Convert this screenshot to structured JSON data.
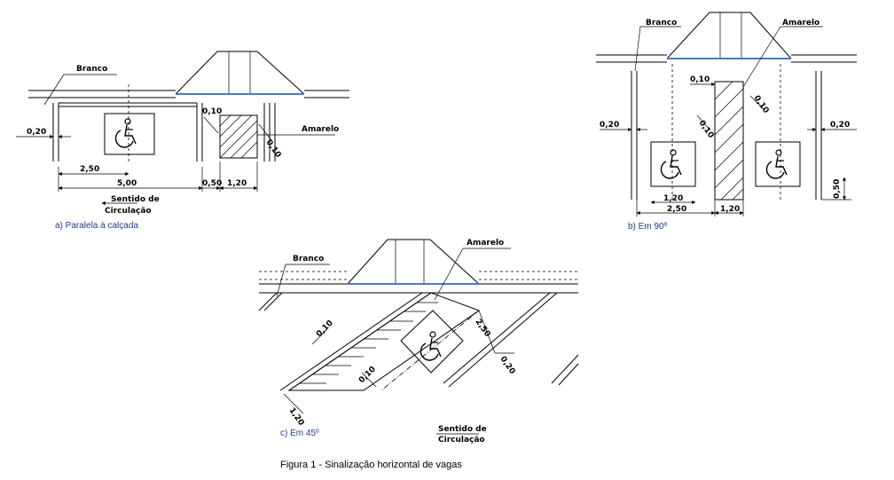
{
  "figure_title": "Figura 1 - Sinalização horizontal de vagas",
  "panel_a": {
    "caption": "a) Paralela à calçada",
    "label_white": "Branco",
    "label_yellow": "Amarelo",
    "dim_line": "0,20",
    "dim_space": "2,50",
    "dim_total": "5,00",
    "dim_gap": "0,50",
    "dim_hatch": "1,20",
    "dim_stripe": "0,10",
    "dim_diag": "0,10",
    "direction_line1": "Sentido de",
    "direction_line2": "Circulação"
  },
  "panel_b": {
    "caption": "b) Em 90º",
    "label_white": "Branco",
    "label_yellow": "Amarelo",
    "dim_line_left": "0,20",
    "dim_line_right": "0,20",
    "dim_stripe": "0,10",
    "dim_diag_right": "0,10",
    "dim_diag_left": "0,10",
    "dim_symbol": "1,20",
    "dim_space": "2,50",
    "dim_hatch": "1,20",
    "dim_end": "0,50"
  },
  "panel_c": {
    "caption": "c) Em 45º",
    "label_white": "Branco",
    "label_yellow": "Amarelo",
    "dim_stripe": "0,10",
    "dim_space": "2,50",
    "dim_line": "0,20",
    "dim_diag": "0,10",
    "dim_hatch": "1,20",
    "direction_line1": "Sentido de",
    "direction_line2": "Circulação"
  }
}
